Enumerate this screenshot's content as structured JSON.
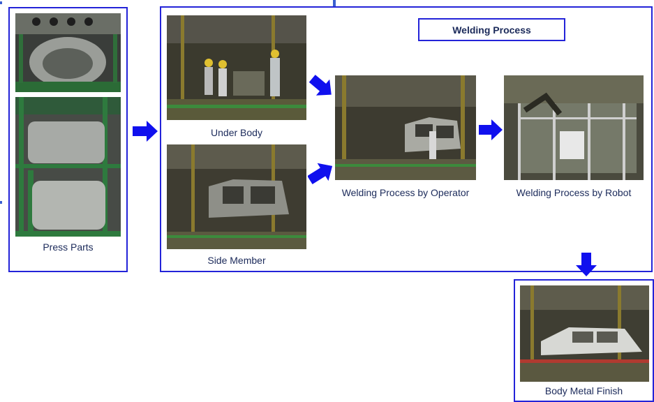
{
  "section_title": "Welding Process",
  "press": {
    "caption": "Press Parts"
  },
  "under_body": {
    "caption": "Under Body"
  },
  "side_member": {
    "caption": "Side Member"
  },
  "operator": {
    "caption": "Welding Process by Operator"
  },
  "robot": {
    "caption": "Welding Process by Robot"
  },
  "finish": {
    "caption": "Body Metal Finish"
  },
  "colors": {
    "frame": "#2323d8",
    "arrow": "#1010ee",
    "caption": "#1b2a5a"
  }
}
